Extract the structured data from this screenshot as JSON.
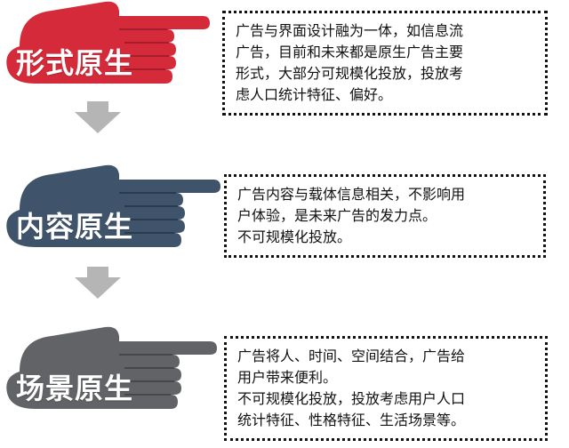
{
  "colors": {
    "red": "#d42a3a",
    "navy": "#3f546b",
    "gray": "#616366",
    "arrow": "#b5b5b5"
  },
  "blocks": [
    {
      "label": "形式原生",
      "color": "#d42a3a",
      "lines": [
        "广告与界面设计融为一体，如信息流",
        "广告，目前和未来都是原生广告主要",
        "形式，大部分可规模化投放，投放考",
        "虑人口统计特征、偏好。"
      ]
    },
    {
      "label": "内容原生",
      "color": "#3f546b",
      "lines": [
        "广告内容与载体信息相关，不影响用",
        "户体验，是未来广告的发力点。",
        "不可规模化投放。"
      ]
    },
    {
      "label": "场景原生",
      "color": "#616366",
      "lines": [
        "广告将人、时间、空间结合，广告给",
        "用户带来便利。",
        "不可规模化投放，投放考虑用户人口",
        "统计特征、性格特征、生活场景等。"
      ]
    }
  ]
}
